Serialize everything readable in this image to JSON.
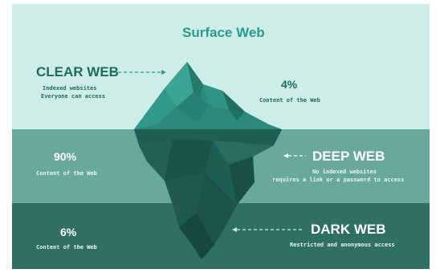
{
  "title": "Surface Web",
  "clear_web": {
    "heading": "CLEAR WEB",
    "line1": "Indexed websites",
    "line2": "Everyone can access",
    "percent": "4%",
    "percent_label": "Content of the Web"
  },
  "deep_web": {
    "heading": "DEEP WEB",
    "line1": "No indexed websites",
    "line2": "requires a link or a password to access",
    "percent": "90%",
    "percent_label": "Content of the Web"
  },
  "dark_web": {
    "heading": "DARK WEB",
    "line1": "Restricted and anonymous access",
    "percent": "6%",
    "percent_label": "Content of the Web"
  },
  "colors": {
    "surface_band": "#cdeee8",
    "deep_band": "#69a89c",
    "dark_band": "#2f6f64",
    "iceberg_above": "#2b8a7a",
    "iceberg_below": "#1f5e54",
    "accent": "#2a9a8a"
  }
}
